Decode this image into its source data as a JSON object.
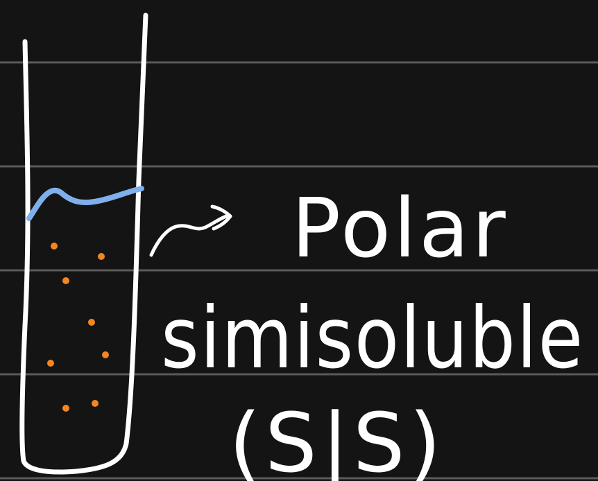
{
  "board": {
    "background": "#141414",
    "rule_color": "#5a5a5a",
    "ink_color": "#ffffff",
    "water_line_color": "#7fb0ec",
    "particle_color": "#f5861f"
  },
  "labels": {
    "line1": "Polar",
    "line2": "simisoluble",
    "line3": "(S|S)"
  },
  "drawing": {
    "container": "test-tube",
    "arrow": "arrow-icon",
    "particle_count": 8
  }
}
